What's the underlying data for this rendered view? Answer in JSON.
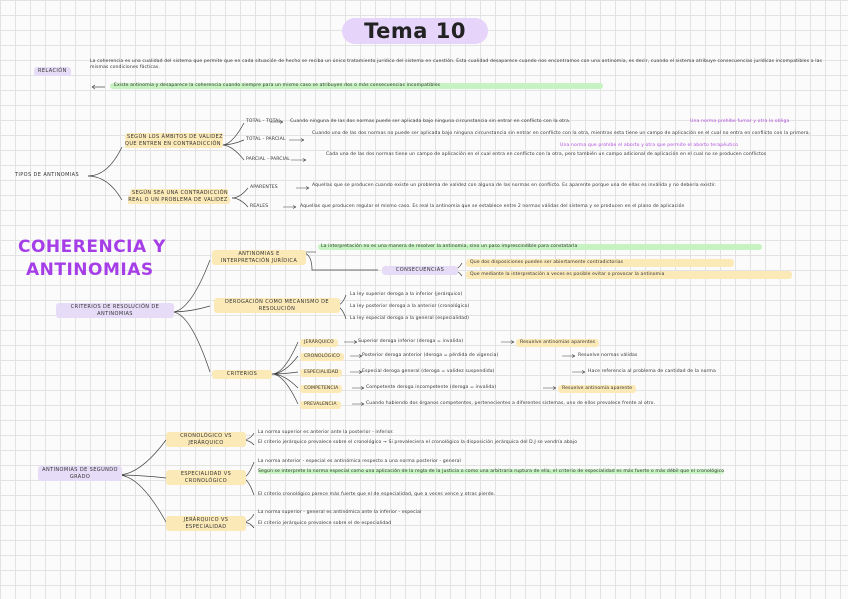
{
  "title": "Tema 10",
  "big_title": [
    "COHERENCIA Y",
    "ANTINOMIAS"
  ],
  "relacion": {
    "label": "RELACIÓN",
    "text": "La coherencia es una cualidad del sistema que permite que en cada situación de hecho se reciba un único tratamiento jurídico del sistema en cuestión. Esta cualidad desaparece cuando nos encontramos con una antinomia, es decir, cuando el sistema atribuye consecuencias jurídicas incompatibles a las mismas condiciones fácticas.",
    "highlight": "Existe antinomia y desaparece la coherencia cuando siempre para un mismo caso se atribuyen dos o más consecuencias incompatibles"
  },
  "tipos": {
    "label": "TIPOS DE ANTINOMIAS",
    "ambitos_label": "SEGÚN LOS ÁMBITOS DE VALIDEZ QUE ENTREN EN CONTRADICCIÓN",
    "ambitos": [
      {
        "label": "TOTAL - TOTAL",
        "text": "Cuando ninguna de las dos normas puede ser aplicada bajo ninguna circunstancia sin entrar en conflicto con la otra.",
        "extra": "Una norma prohíbe fumar y otra lo obliga"
      },
      {
        "label": "TOTAL - PARCIAL",
        "text": "Cuando una de las dos normas no puede ser aplicada bajo ninguna circunstancia sin entrar en conflicto con la otra, mientras esta tiene un campo de aplicación en el cual no entra en conflicto con la primera.",
        "extra": "Una norma que prohíbe el aborto y otra que permite el aborto terapéutico"
      },
      {
        "label": "PARCIAL - PARCIAL",
        "text": "Cada una de las dos normas tiene un campo de aplicación en el cual entra en conflicto con la otra, pero también un campo adicional de aplicación en el cual no se producen conflictos"
      }
    ],
    "contradiccion_label": "SEGÚN SEA UNA CONTRADICCIÓN REAL O UN PROBLEMA DE VALIDEZ",
    "contradiccion": [
      {
        "label": "APARENTES",
        "text": "Aquellas que se producen cuando existe un problema de validez con alguna de las normas en conflicto. Es aparente porque una de ellas es inválida y no debería existir."
      },
      {
        "label": "REALES",
        "text": "Aquellas que producen regular el mismo caso. Es real la antinomia que se establece entre 2 normas válidas del sistema y se producen en el plano de aplicación"
      }
    ]
  },
  "criterios": {
    "label": "CRITERIOS DE RESOLUCIÓN DE ANTINOMIAS",
    "interpretacion_label": "ANTINOMIAS E INTERPRETACIÓN JURÍDICA",
    "interpretacion_text": "La interpretación no es una manera de resolver la antinomia, sino un paso imprescindible para constatarla",
    "consecuencias_label": "CONSECUENCIAS",
    "consecuencias": [
      "Que dos disposiciones pueden ser abiertamente contradictorias",
      "Que mediante la interpretación a veces es posible evitar o provocar la antinomia"
    ],
    "derogacion_label": "DEROGACIÓN COMO MECANISMO DE RESOLUCIÓN",
    "derogacion": [
      "La ley superior deroga a la inferior (jerárquico)",
      "La ley posterior deroga a la anterior (cronológico)",
      "La ley especial deroga a la general (especialidad)"
    ],
    "criterios_label": "CRITERIOS",
    "lista": [
      {
        "label": "JERÁRQUICO",
        "text": "Superior deroga inferior (deroga = invalida)",
        "result": "Resuelve antinomias aparentes"
      },
      {
        "label": "CRONOLÓGICO",
        "text": "Posterior deroga anterior (deroga = pérdida de vigencia)",
        "result": "Resuelve normas válidas"
      },
      {
        "label": "ESPECIALIDAD",
        "text": "Especial deroga general (deroga = validez suspendida)",
        "result": "Hace referencia al problema de cantidad de la norma"
      },
      {
        "label": "COMPETENCIA",
        "text": "Competente deroga incompetente (deroga = invalida)",
        "result": "Resuelve antinomia aparente"
      },
      {
        "label": "PREVALENCIA",
        "text": "Cuando habiendo dos órganos competentes, pertenecientes a diferentes sistemas, uno de ellos prevalece frente al otro.",
        "result": ""
      }
    ]
  },
  "segundo": {
    "label": "ANTINOMIAS DE SEGUNDO GRADO",
    "items": [
      {
        "label": "CRONOLÓGICO VS JERÁRQUICO",
        "lines": [
          "La norma superior es anterior ante la posterior - inferior.",
          "El criterio jerárquico prevalece sobre el cronológico → Si prevaleciera el cronológico la disposición jerárquica del D.J se vendría abajo"
        ]
      },
      {
        "label": "ESPECIALIDAD VS CRONOLÓGICO",
        "lines": [
          "La norma anterior - especial es antinómica respecto a una norma posterior - general",
          "Según se interprete la norma especial como una aplicación de la regla de la justicia o como una arbitraria ruptura de ella, el criterio de especialidad es más fuerte o más débil que el cronológico",
          "El criterio cronológico parece más fuerte que el de especialidad, que a veces vence y otras pierde."
        ]
      },
      {
        "label": "JERÁRQUICO VS ESPECIALIDAD",
        "lines": [
          "La norma superior - general es antinómica ante la inferior - especial",
          "El criterio jerárquico prevalece sobre el de especialidad"
        ]
      }
    ]
  }
}
